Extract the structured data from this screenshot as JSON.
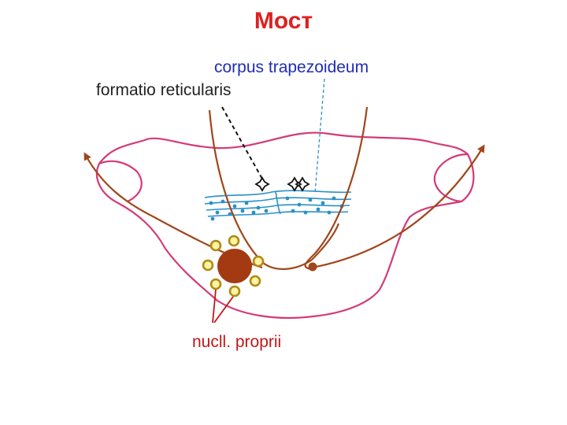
{
  "title": "Мост",
  "labels": {
    "corpus_trapezoideum": "corpus trapezoideum",
    "formatio_reticularis": "formatio reticularis",
    "nucll_proprii": "nucll. proprii"
  },
  "colors": {
    "title": "#e02020",
    "corpus_label": "#1f2db5",
    "nuclei_label": "#c01818",
    "outline": "#d43a78",
    "fibers": "#a0461c",
    "trapezoid_body": "#2a90c8",
    "nucleus_large": "#a33a12",
    "nucleus_small_ring": "#b08a10",
    "nucleus_small_fill": "#fbf3a6"
  },
  "icons": {
    "reticular_markers": "four-point-star-icon"
  }
}
